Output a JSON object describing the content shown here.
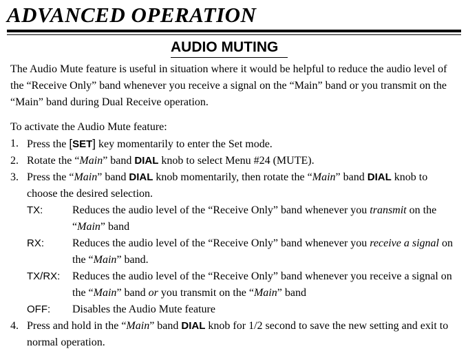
{
  "header": {
    "chapter_title": "ADVANCED OPERATION",
    "section_title": "AUDIO MUTING"
  },
  "body": {
    "intro": "The Audio Mute feature is useful in situation where it would be helpful to reduce the audio level of the “Receive Only” band whenever you receive a signal on the “Main” band or you transmit on the “Main” band during Dual Receive operation.",
    "activate": "To activate the Audio Mute feature:"
  },
  "steps": {
    "s1": {
      "num": "1.",
      "a": "Press the ",
      "lb": "[",
      "key": "SET",
      "rb": "]",
      "b": " key momentarily to enter the Set mode."
    },
    "s2": {
      "num": "2.",
      "a": "Rotate the “",
      "main": "Main",
      "b": "” band ",
      "key": "DIAL",
      "c": " knob to select Menu #24 (MUTE)."
    },
    "s3": {
      "num": "3.",
      "a": "Press the “",
      "main": "Main",
      "b": "” band ",
      "key": "DIAL",
      "c": " knob momentarily, then rotate the “",
      "main2": "Main",
      "d": "” band ",
      "key2": "DIAL",
      "e": " knob to choose the desired selection."
    },
    "s4": {
      "num": "4.",
      "a": "Press and hold in the “",
      "main": "Main",
      "b": "” band ",
      "key": "DIAL",
      "c": " knob for 1/2 second to save the new setting and exit to normal operation."
    }
  },
  "options": {
    "tx": {
      "label": "TX:",
      "a": "Reduces the audio level of the “Receive Only” band whenever you ",
      "em": "transmit",
      "b": " on the “",
      "main": "Main",
      "c": "” band"
    },
    "rx": {
      "label": "RX:",
      "a": "Reduces the audio level of the “Receive Only” band whenever you ",
      "em": "receive a signal",
      "b": " on the “",
      "main": "Main",
      "c": "” band."
    },
    "txrx": {
      "label": "TX/RX:",
      "a": "Reduces the audio level of the “Receive Only” band whenever you receive a signal on the “",
      "main": "Main",
      "b": "” band ",
      "em": "or",
      "c": " you transmit on the “",
      "main2": "Main",
      "d": "” band"
    },
    "off": {
      "label": "OFF:",
      "a": "Disables the Audio Mute feature"
    }
  }
}
